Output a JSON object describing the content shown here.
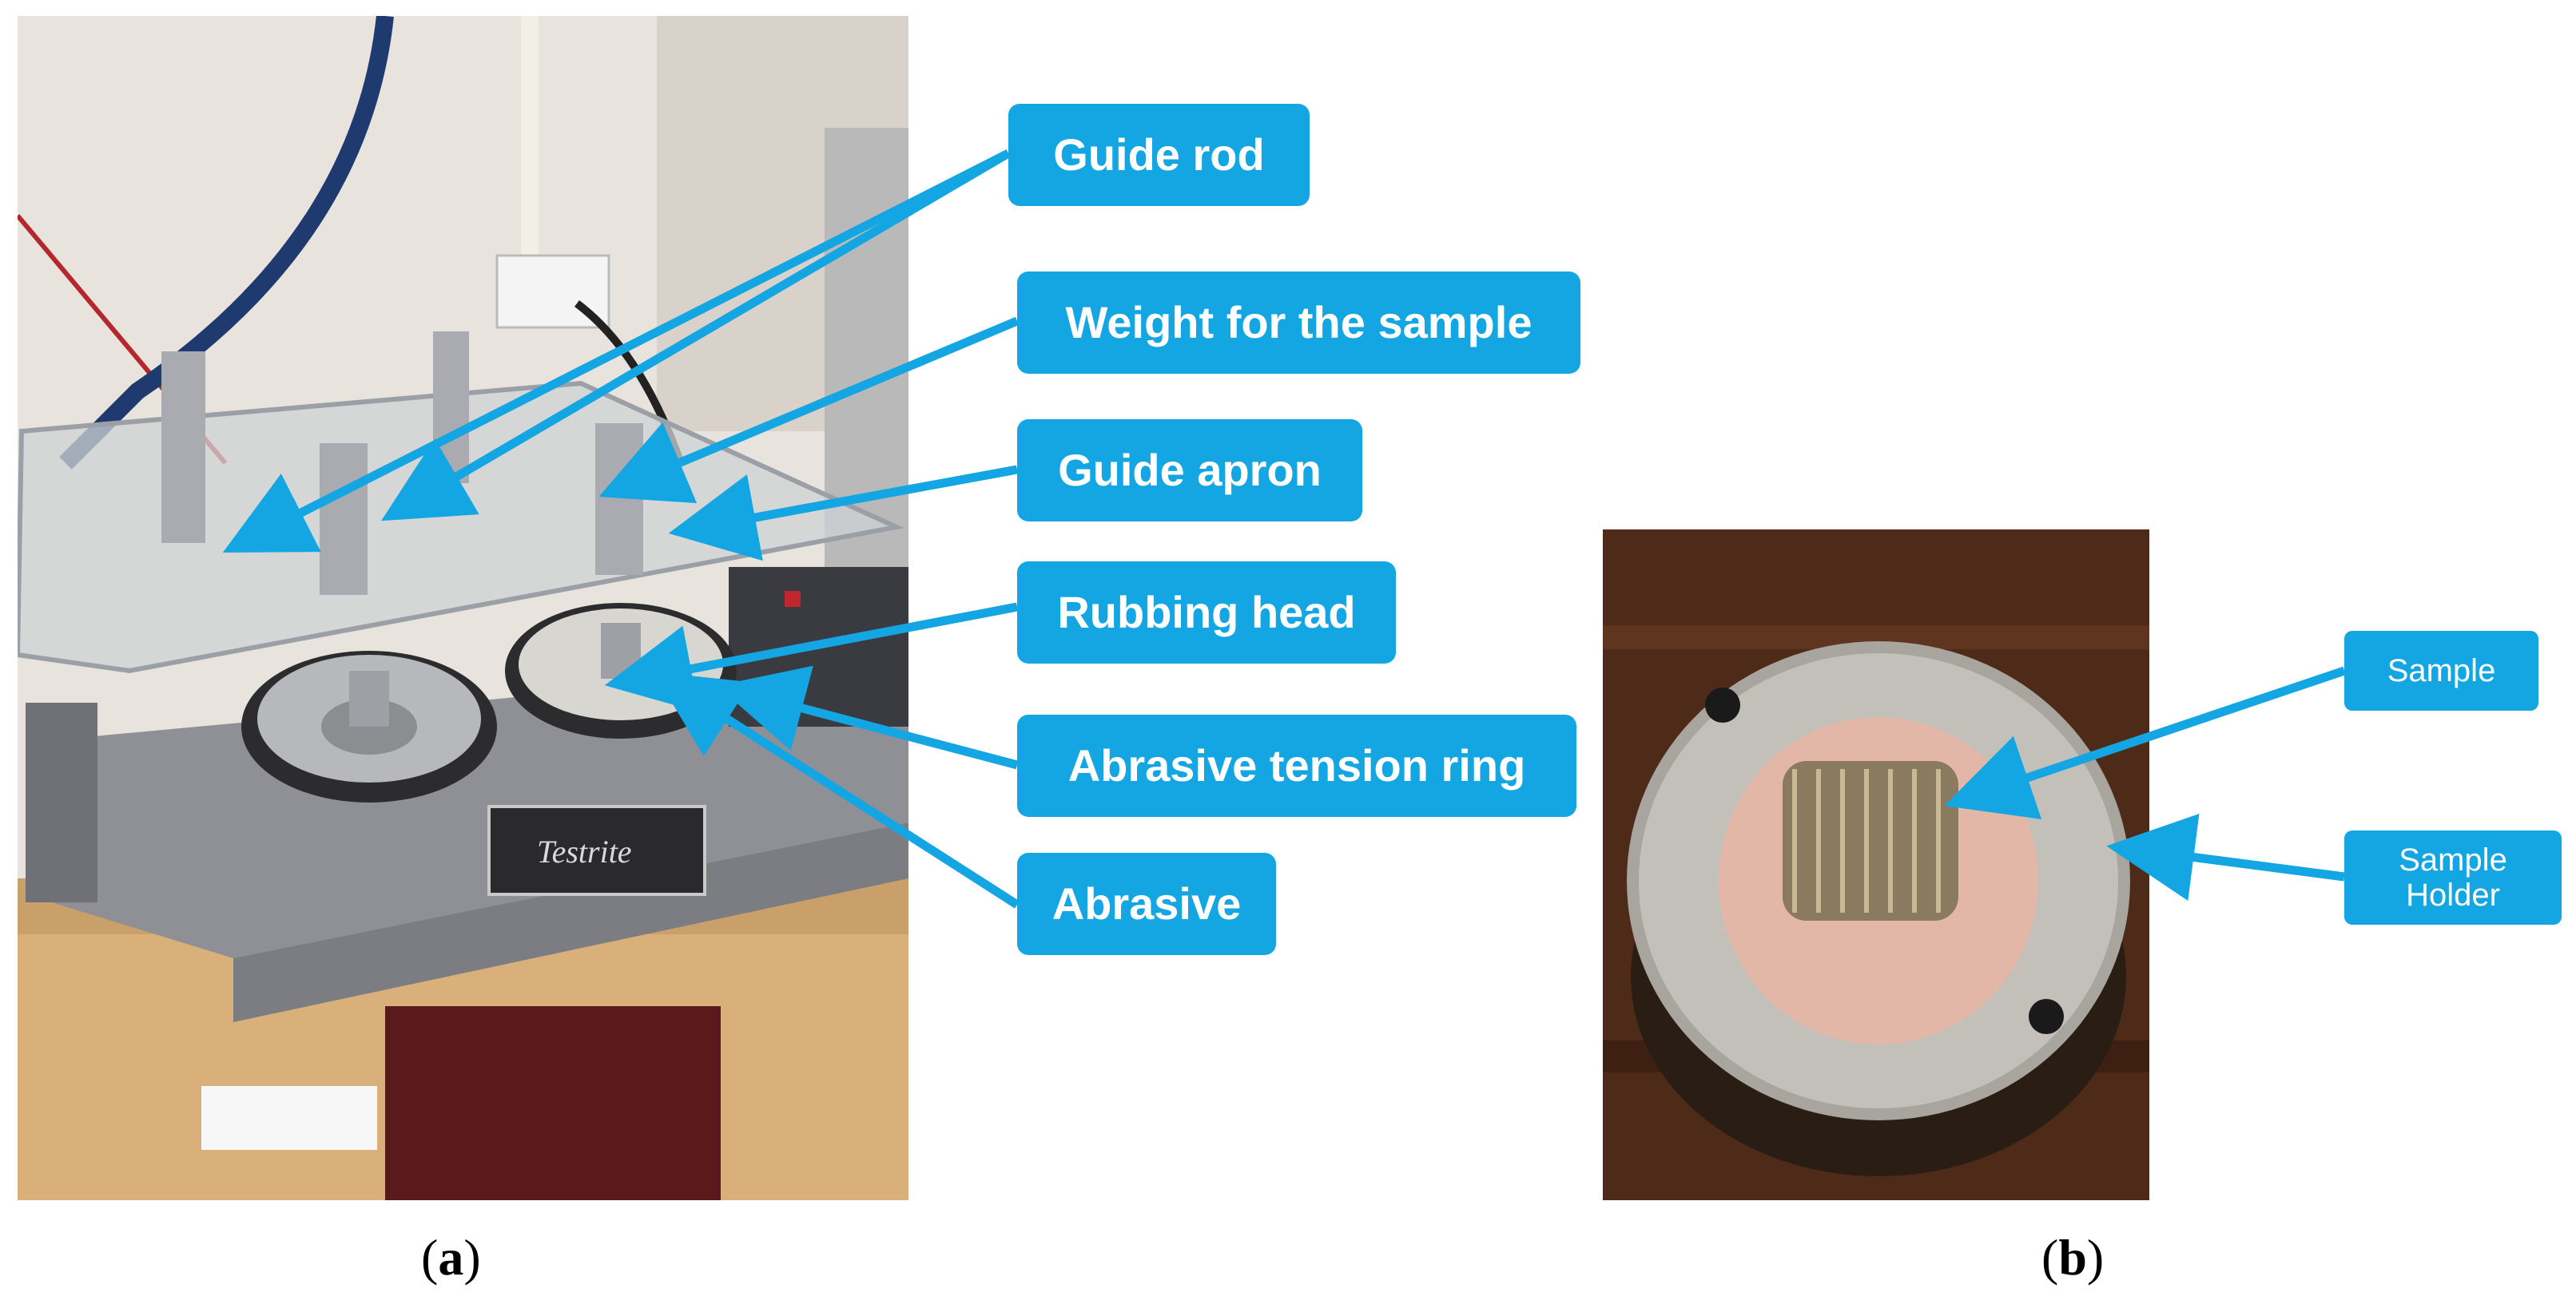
{
  "panel_a": {
    "callouts": {
      "guide_rod": "Guide rod",
      "weight": "Weight for the sample",
      "guide_apron": "Guide apron",
      "rubbing_head": "Rubbing head",
      "tension_ring": "Abrasive tension ring",
      "abrasive": "Abrasive"
    },
    "caption_letter": "a"
  },
  "panel_b": {
    "callouts": {
      "sample": "Sample",
      "holder_line1": "Sample",
      "holder_line2": "Holder"
    },
    "caption_letter": "b"
  },
  "colors": {
    "callout_fill": "#14a6e3",
    "callout_text": "#ffffff",
    "arrow": "#14a6e3"
  },
  "nameplate": "Testrite"
}
